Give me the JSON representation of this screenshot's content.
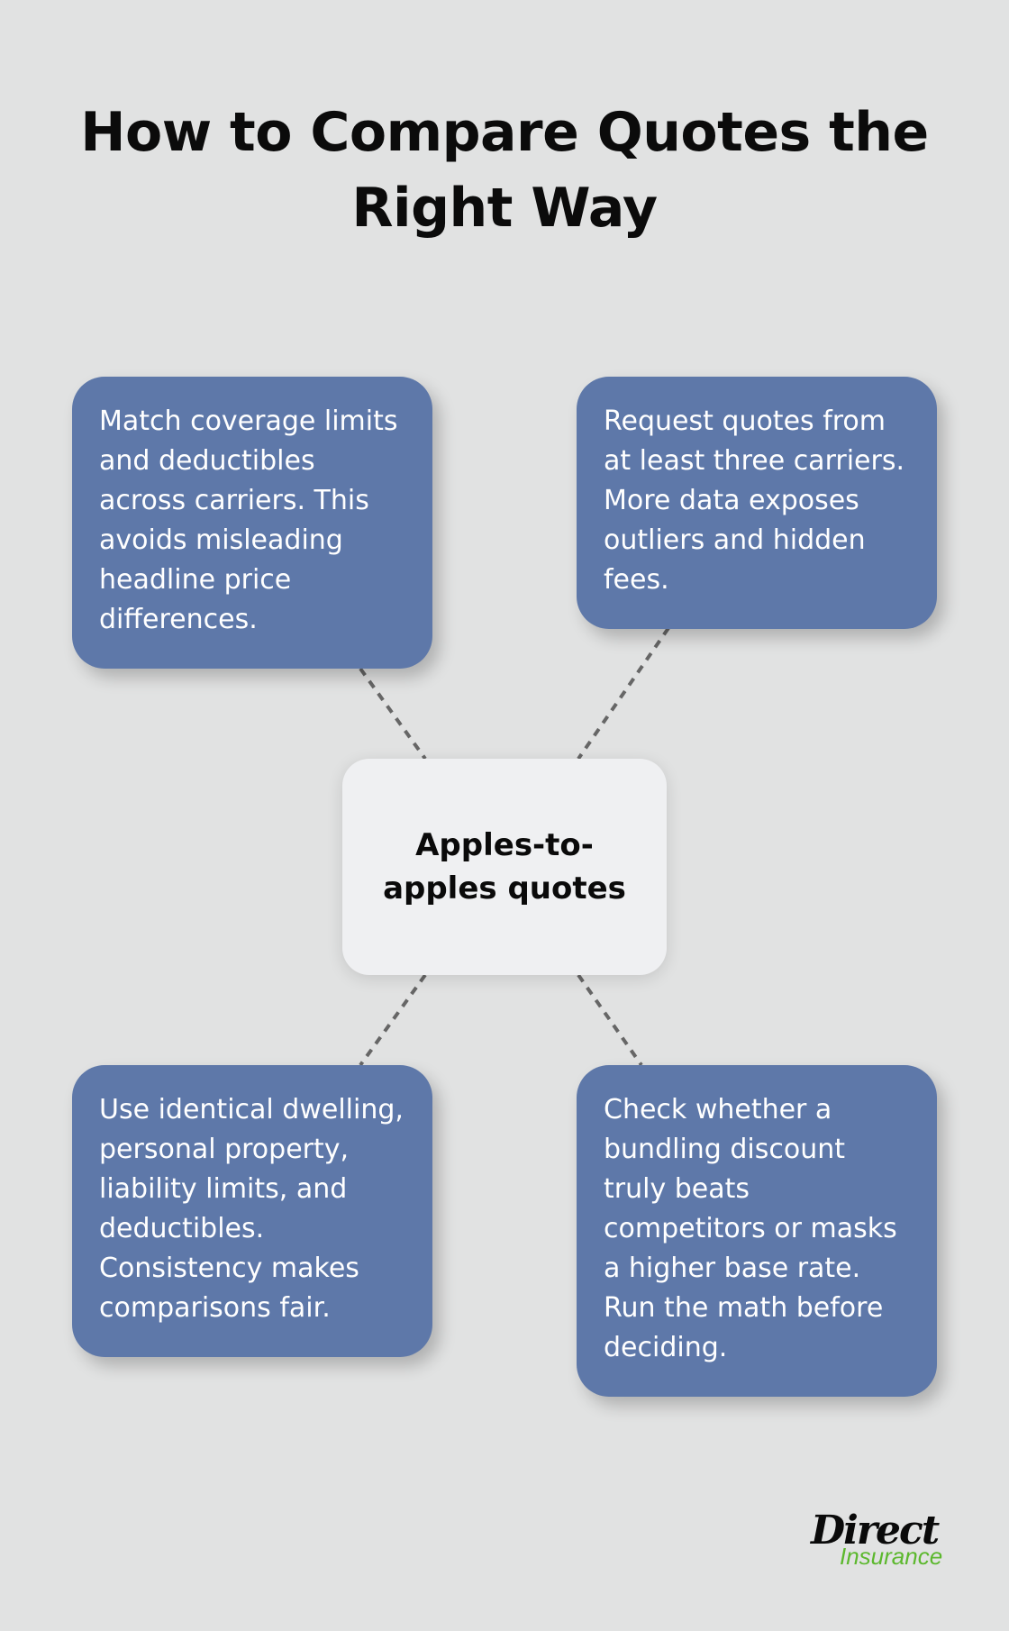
{
  "title": "How to Compare Quotes the Right Way",
  "center_node": {
    "label": "Apples-to-apples quotes"
  },
  "cards": [
    {
      "position": "top-left",
      "text": "Match coverage limits and deductibles across carriers. This avoids misleading headline price differences."
    },
    {
      "position": "top-right",
      "text": "Request quotes from at least three carriers. More data exposes outliers and hidden fees."
    },
    {
      "position": "bottom-left",
      "text": "Use identical dwelling, personal property, liability limits, and deductibles. Consistency makes comparisons fair."
    },
    {
      "position": "bottom-right",
      "text": "Check whether a bundling discount truly beats competitors or masks a higher base rate. Run the math before deciding."
    }
  ],
  "logo": {
    "line1": "Direct",
    "line2": "Insurance"
  },
  "colors": {
    "background": "#e1e2e2",
    "card": "#5e78a9",
    "center": "#eff0f2",
    "logo_green": "#5cb82e",
    "connector": "#666666"
  }
}
